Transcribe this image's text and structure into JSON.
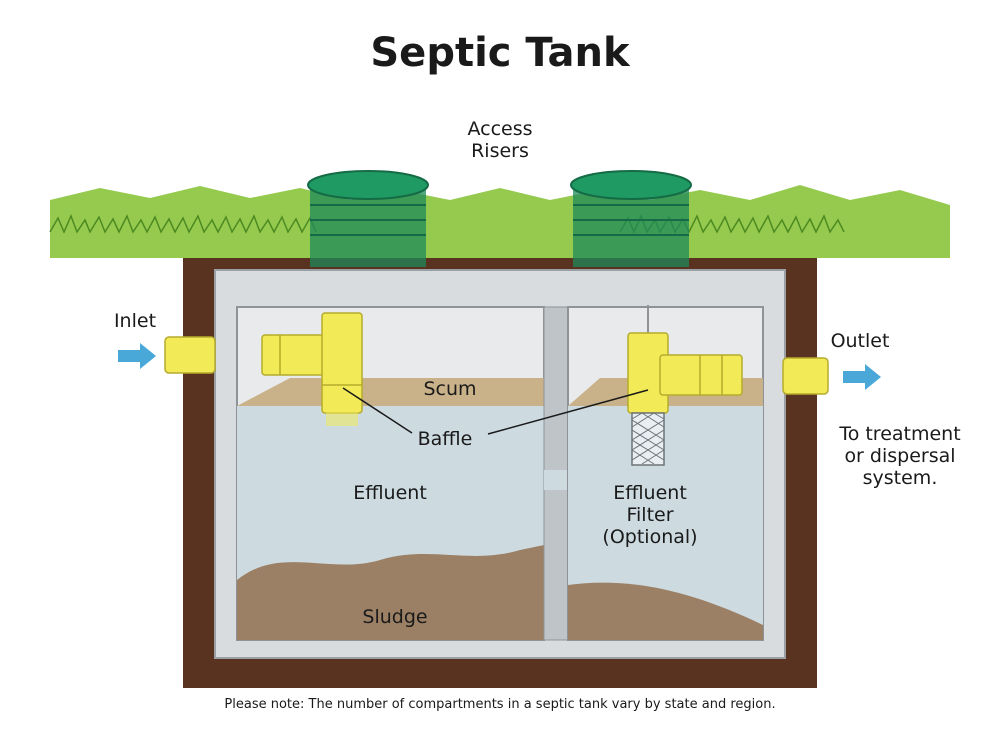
{
  "title": "Septic Tank",
  "labels": {
    "access_risers": [
      "Access",
      "Risers"
    ],
    "inlet": "Inlet",
    "outlet": "Outlet",
    "destination": [
      "To treatment",
      "or dispersal",
      "system."
    ],
    "scum": "Scum",
    "baffle": "Baffle",
    "effluent": "Effluent",
    "effluent_filter": [
      "Effluent",
      "Filter",
      "(Optional)"
    ],
    "sludge": "Sludge"
  },
  "note": "Please note: The number of compartments in a septic tank vary by state and region.",
  "colors": {
    "grass": "#8cc63f",
    "soil": "#5a3320",
    "concrete": "#d5d9dc",
    "water": "#cfdde3",
    "scum": "#c9b28a",
    "sludge": "#9c8065",
    "riser": "#1e8a5a",
    "pipe": "#f3ea57",
    "arrow": "#4aa8d8"
  }
}
